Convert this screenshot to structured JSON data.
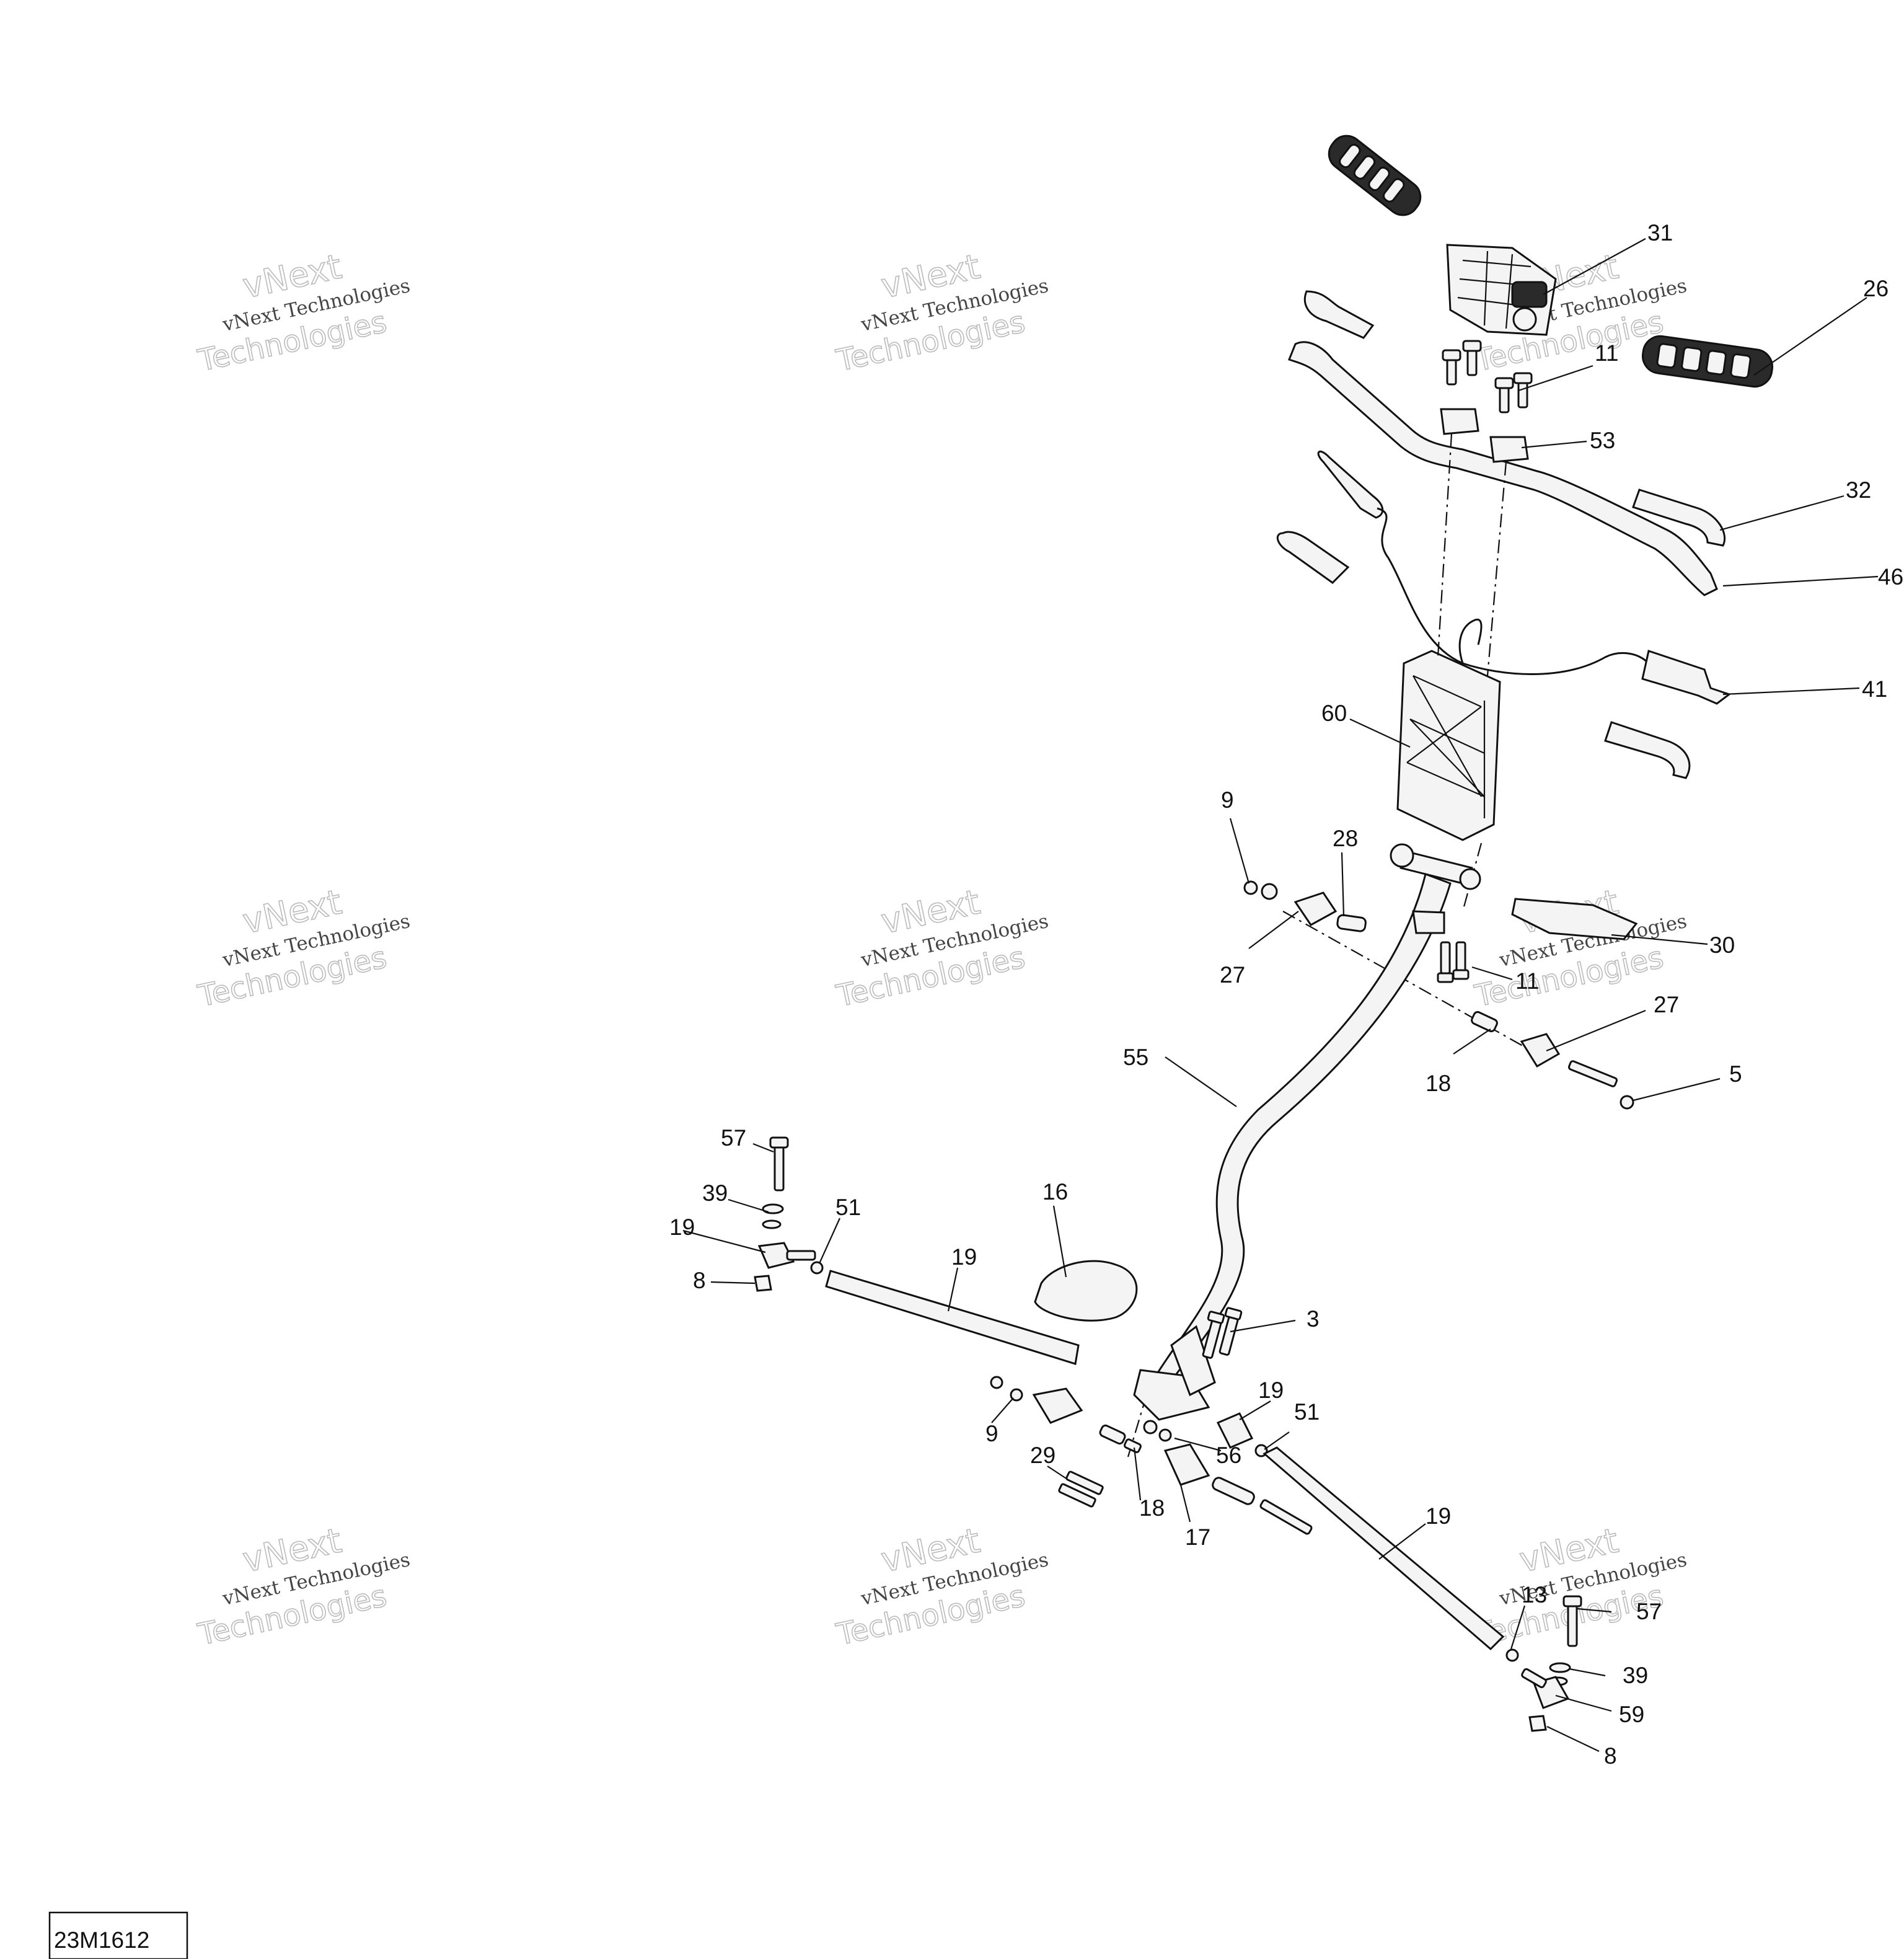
{
  "drawing_ref": "23M1612",
  "watermark": {
    "line1": "vNext Technologies",
    "line2": "vNext",
    "line3": "Technologies"
  },
  "callouts": [
    {
      "label": "31"
    },
    {
      "label": "26"
    },
    {
      "label": "11"
    },
    {
      "label": "53"
    },
    {
      "label": "32"
    },
    {
      "label": "46"
    },
    {
      "label": "41"
    },
    {
      "label": "60"
    },
    {
      "label": "9"
    },
    {
      "label": "28"
    },
    {
      "label": "27"
    },
    {
      "label": "30"
    },
    {
      "label": "11"
    },
    {
      "label": "27"
    },
    {
      "label": "18"
    },
    {
      "label": "5"
    },
    {
      "label": "55"
    },
    {
      "label": "57"
    },
    {
      "label": "39"
    },
    {
      "label": "51"
    },
    {
      "label": "19"
    },
    {
      "label": "16"
    },
    {
      "label": "8"
    },
    {
      "label": "19"
    },
    {
      "label": "3"
    },
    {
      "label": "19"
    },
    {
      "label": "51"
    },
    {
      "label": "9"
    },
    {
      "label": "56"
    },
    {
      "label": "29"
    },
    {
      "label": "18"
    },
    {
      "label": "17"
    },
    {
      "label": "19"
    },
    {
      "label": "13"
    },
    {
      "label": "57"
    },
    {
      "label": "39"
    },
    {
      "label": "59"
    },
    {
      "label": "8"
    }
  ]
}
